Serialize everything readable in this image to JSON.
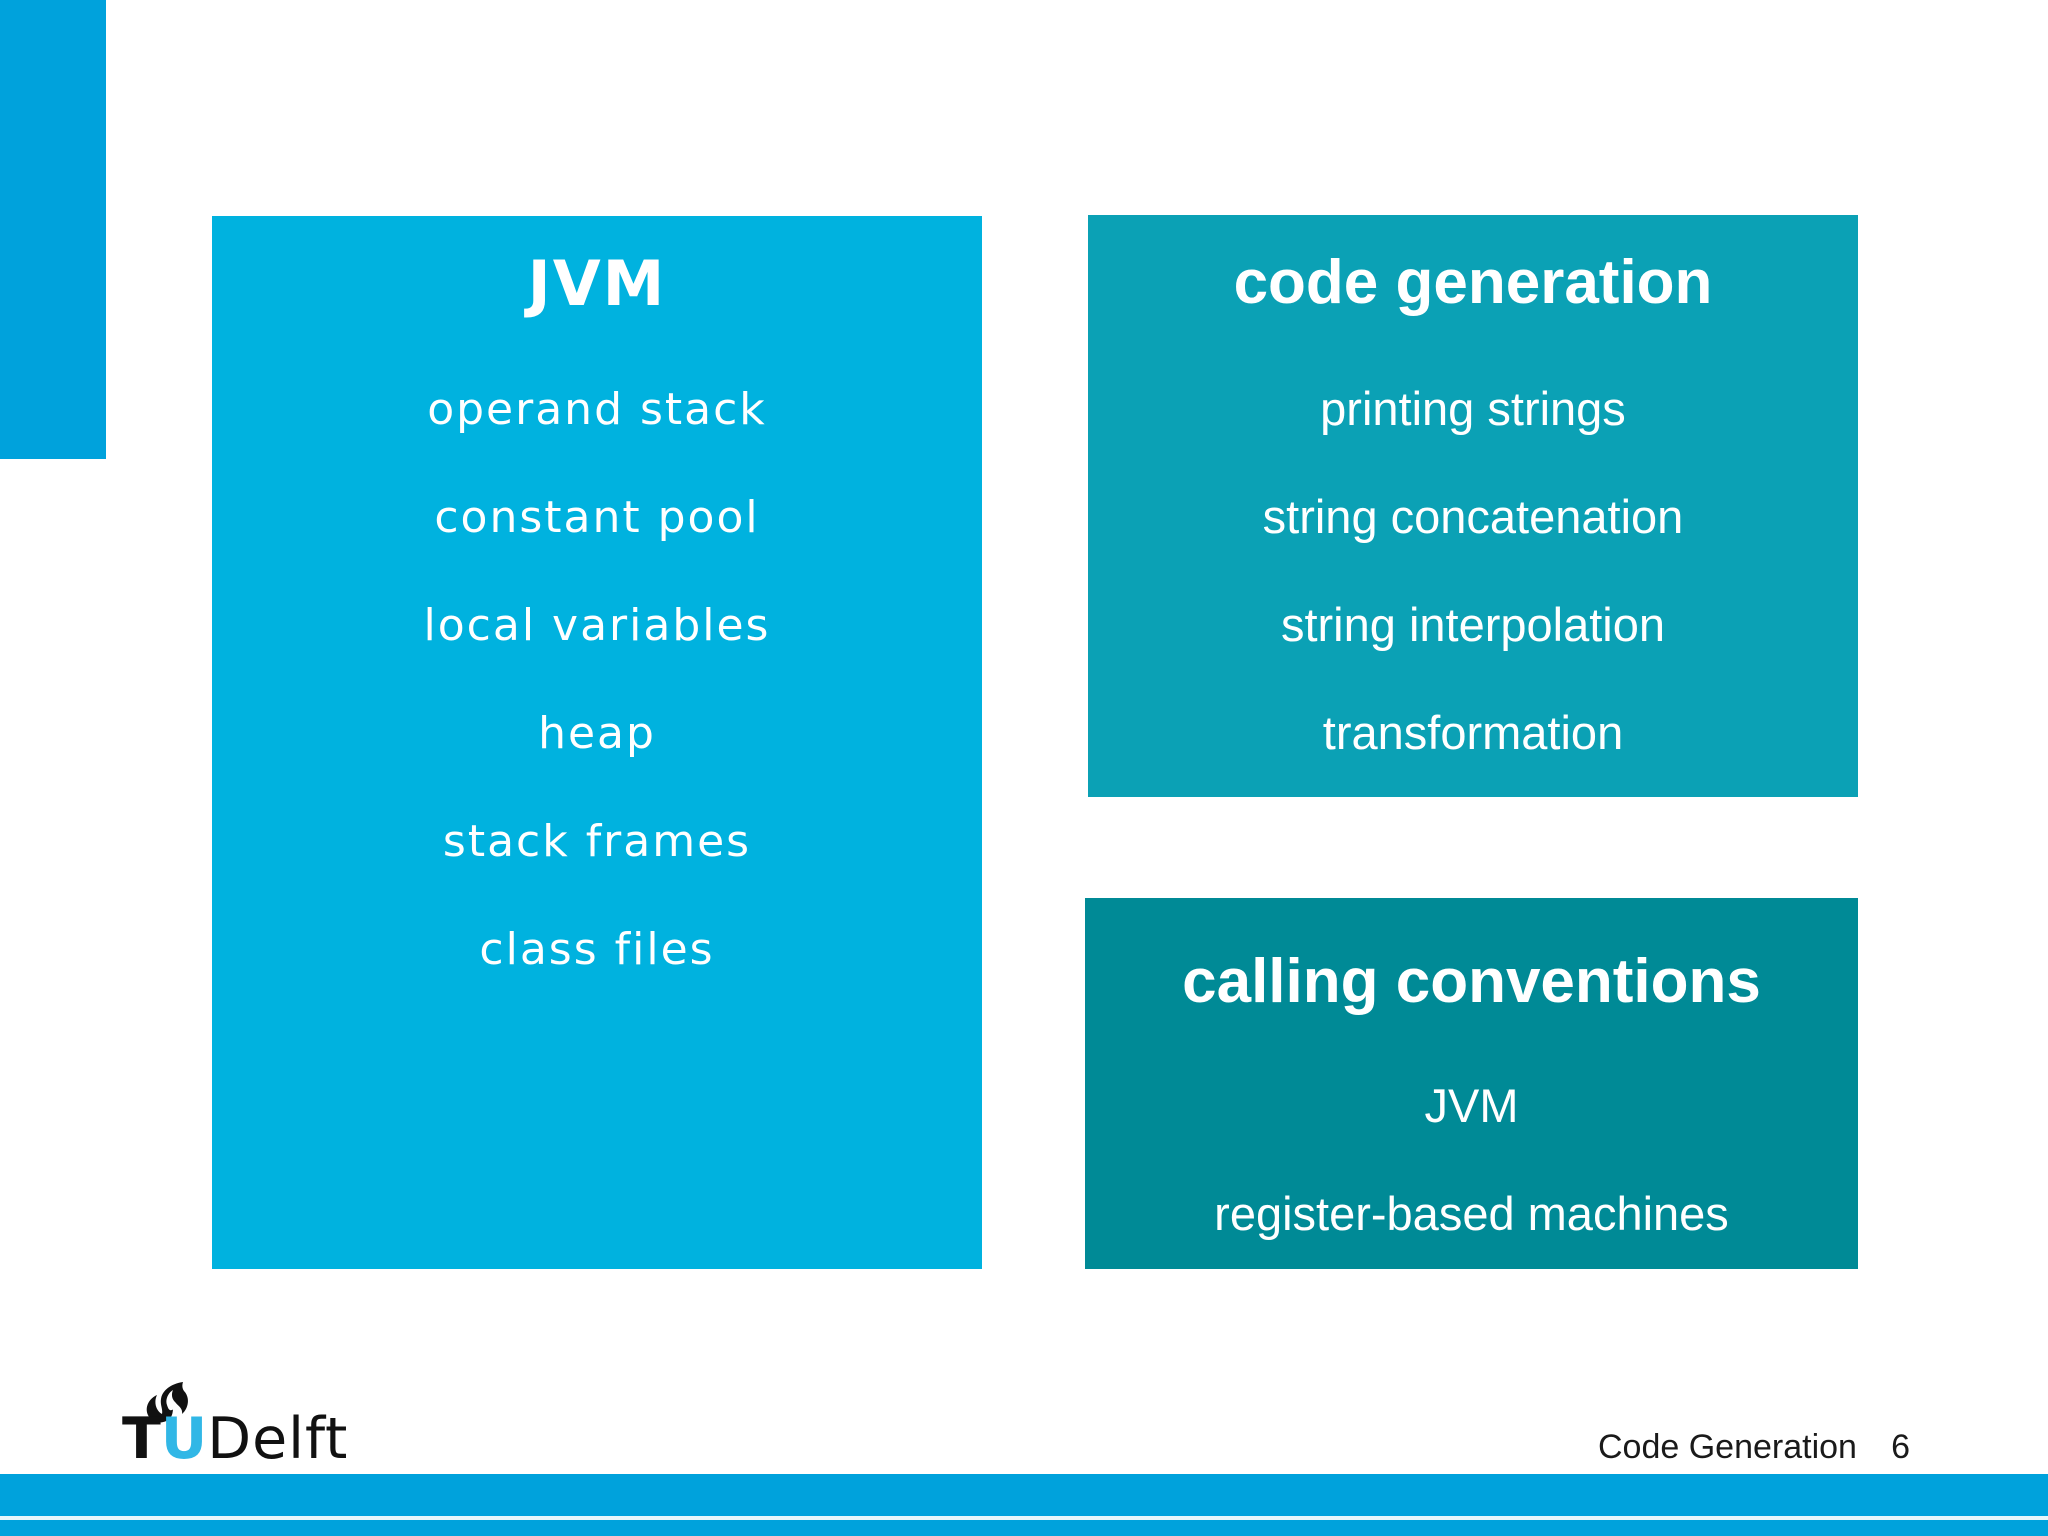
{
  "slide": {
    "boxes": [
      {
        "title": "JVM",
        "items": [
          "operand stack",
          "constant pool",
          "local variables",
          "heap",
          "stack frames",
          "class files"
        ]
      },
      {
        "title": "code generation",
        "items": [
          "printing strings",
          "string concatenation",
          "string interpolation",
          "transformation"
        ]
      },
      {
        "title": "calling conventions",
        "items": [
          "JVM",
          "register-based machines"
        ]
      }
    ],
    "footer": {
      "label": "Code Generation",
      "page": "6"
    },
    "logo": {
      "t": "T",
      "u": "U",
      "rest": "Delft"
    },
    "colors": {
      "accent_bar": "#00A2DC",
      "jvm_box": "#00B2DF",
      "codegen_box": "#0BA1B5",
      "calling_box": "#008A96",
      "footer_bar": "#00A2DC",
      "footer_line": "#E8F7FB",
      "logo_u": "#31B7E6",
      "text_white": "#FFFFFF",
      "footer_text": "#1A1A1A"
    }
  }
}
